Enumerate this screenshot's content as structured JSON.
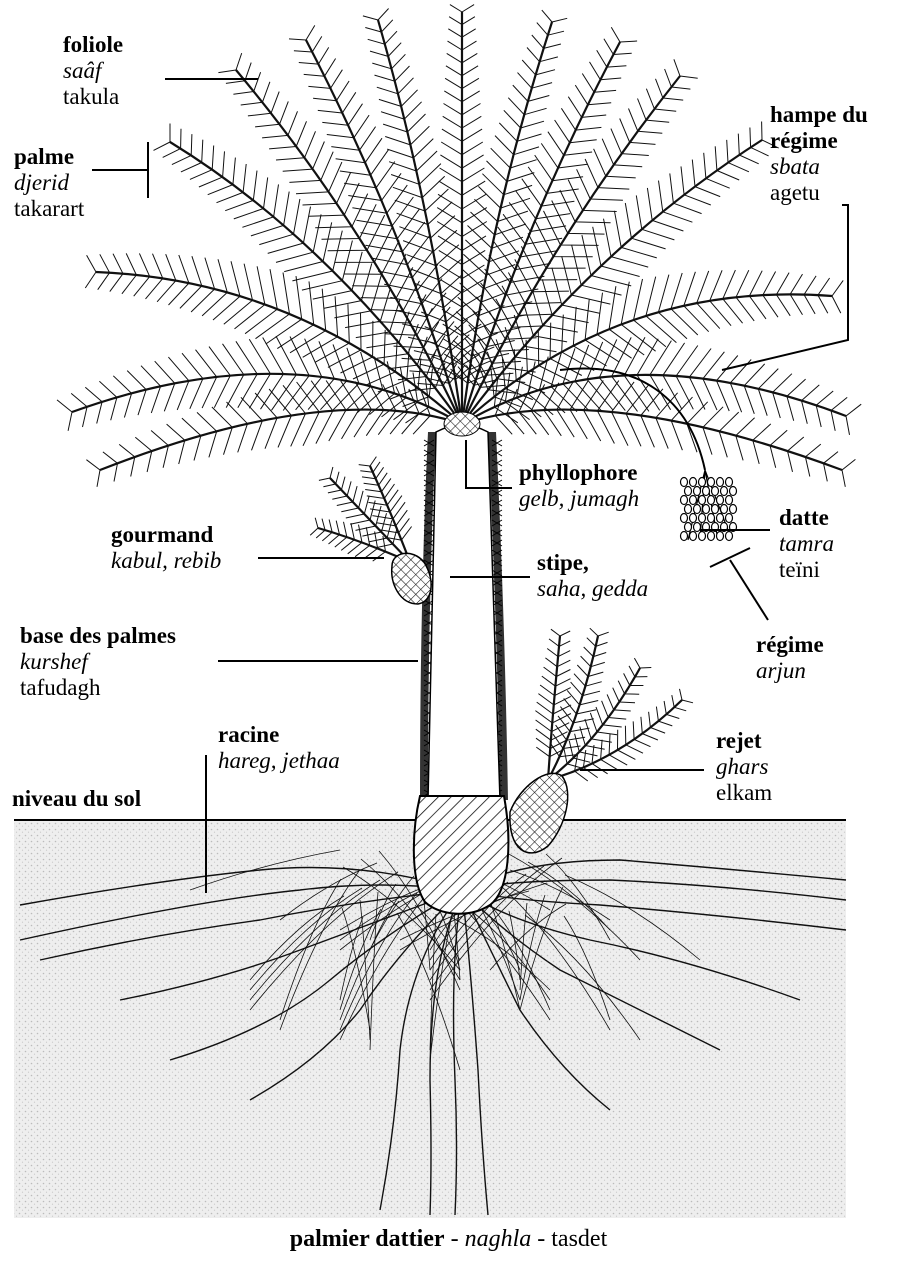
{
  "labels": {
    "foliole": {
      "term": "foliole",
      "arabic": "saâf",
      "tamazight": "takula"
    },
    "palme": {
      "term": "palme",
      "arabic": "djerid",
      "tamazight": "takarart"
    },
    "hampe": {
      "term_line1": "hampe du",
      "term_line2": "régime",
      "arabic": "sbata",
      "tamazight": "agetu"
    },
    "phyllophore": {
      "term": "phyllophore",
      "arabic": "gelb, jumagh"
    },
    "gourmand": {
      "term": "gourmand",
      "arabic": "kabul, rebib"
    },
    "stipe": {
      "term": "stipe,",
      "arabic": "saha, gedda"
    },
    "datte": {
      "term": "datte",
      "arabic": "tamra",
      "tamazight": "teïni"
    },
    "regime": {
      "term": "régime",
      "arabic": "arjun"
    },
    "base": {
      "term": "base des palmes",
      "arabic": "kurshef",
      "tamazight": "tafudagh"
    },
    "racine": {
      "term": "racine",
      "arabic": "hareg, jethaa"
    },
    "rejet": {
      "term": "rejet",
      "arabic": "ghars",
      "tamazight": "elkam"
    },
    "sol": {
      "term": "niveau du sol"
    }
  },
  "caption": {
    "term": "palmier dattier",
    "sep1": " - ",
    "arabic": "naghla",
    "sep2": " - ",
    "tamazight": "tasdet"
  }
}
